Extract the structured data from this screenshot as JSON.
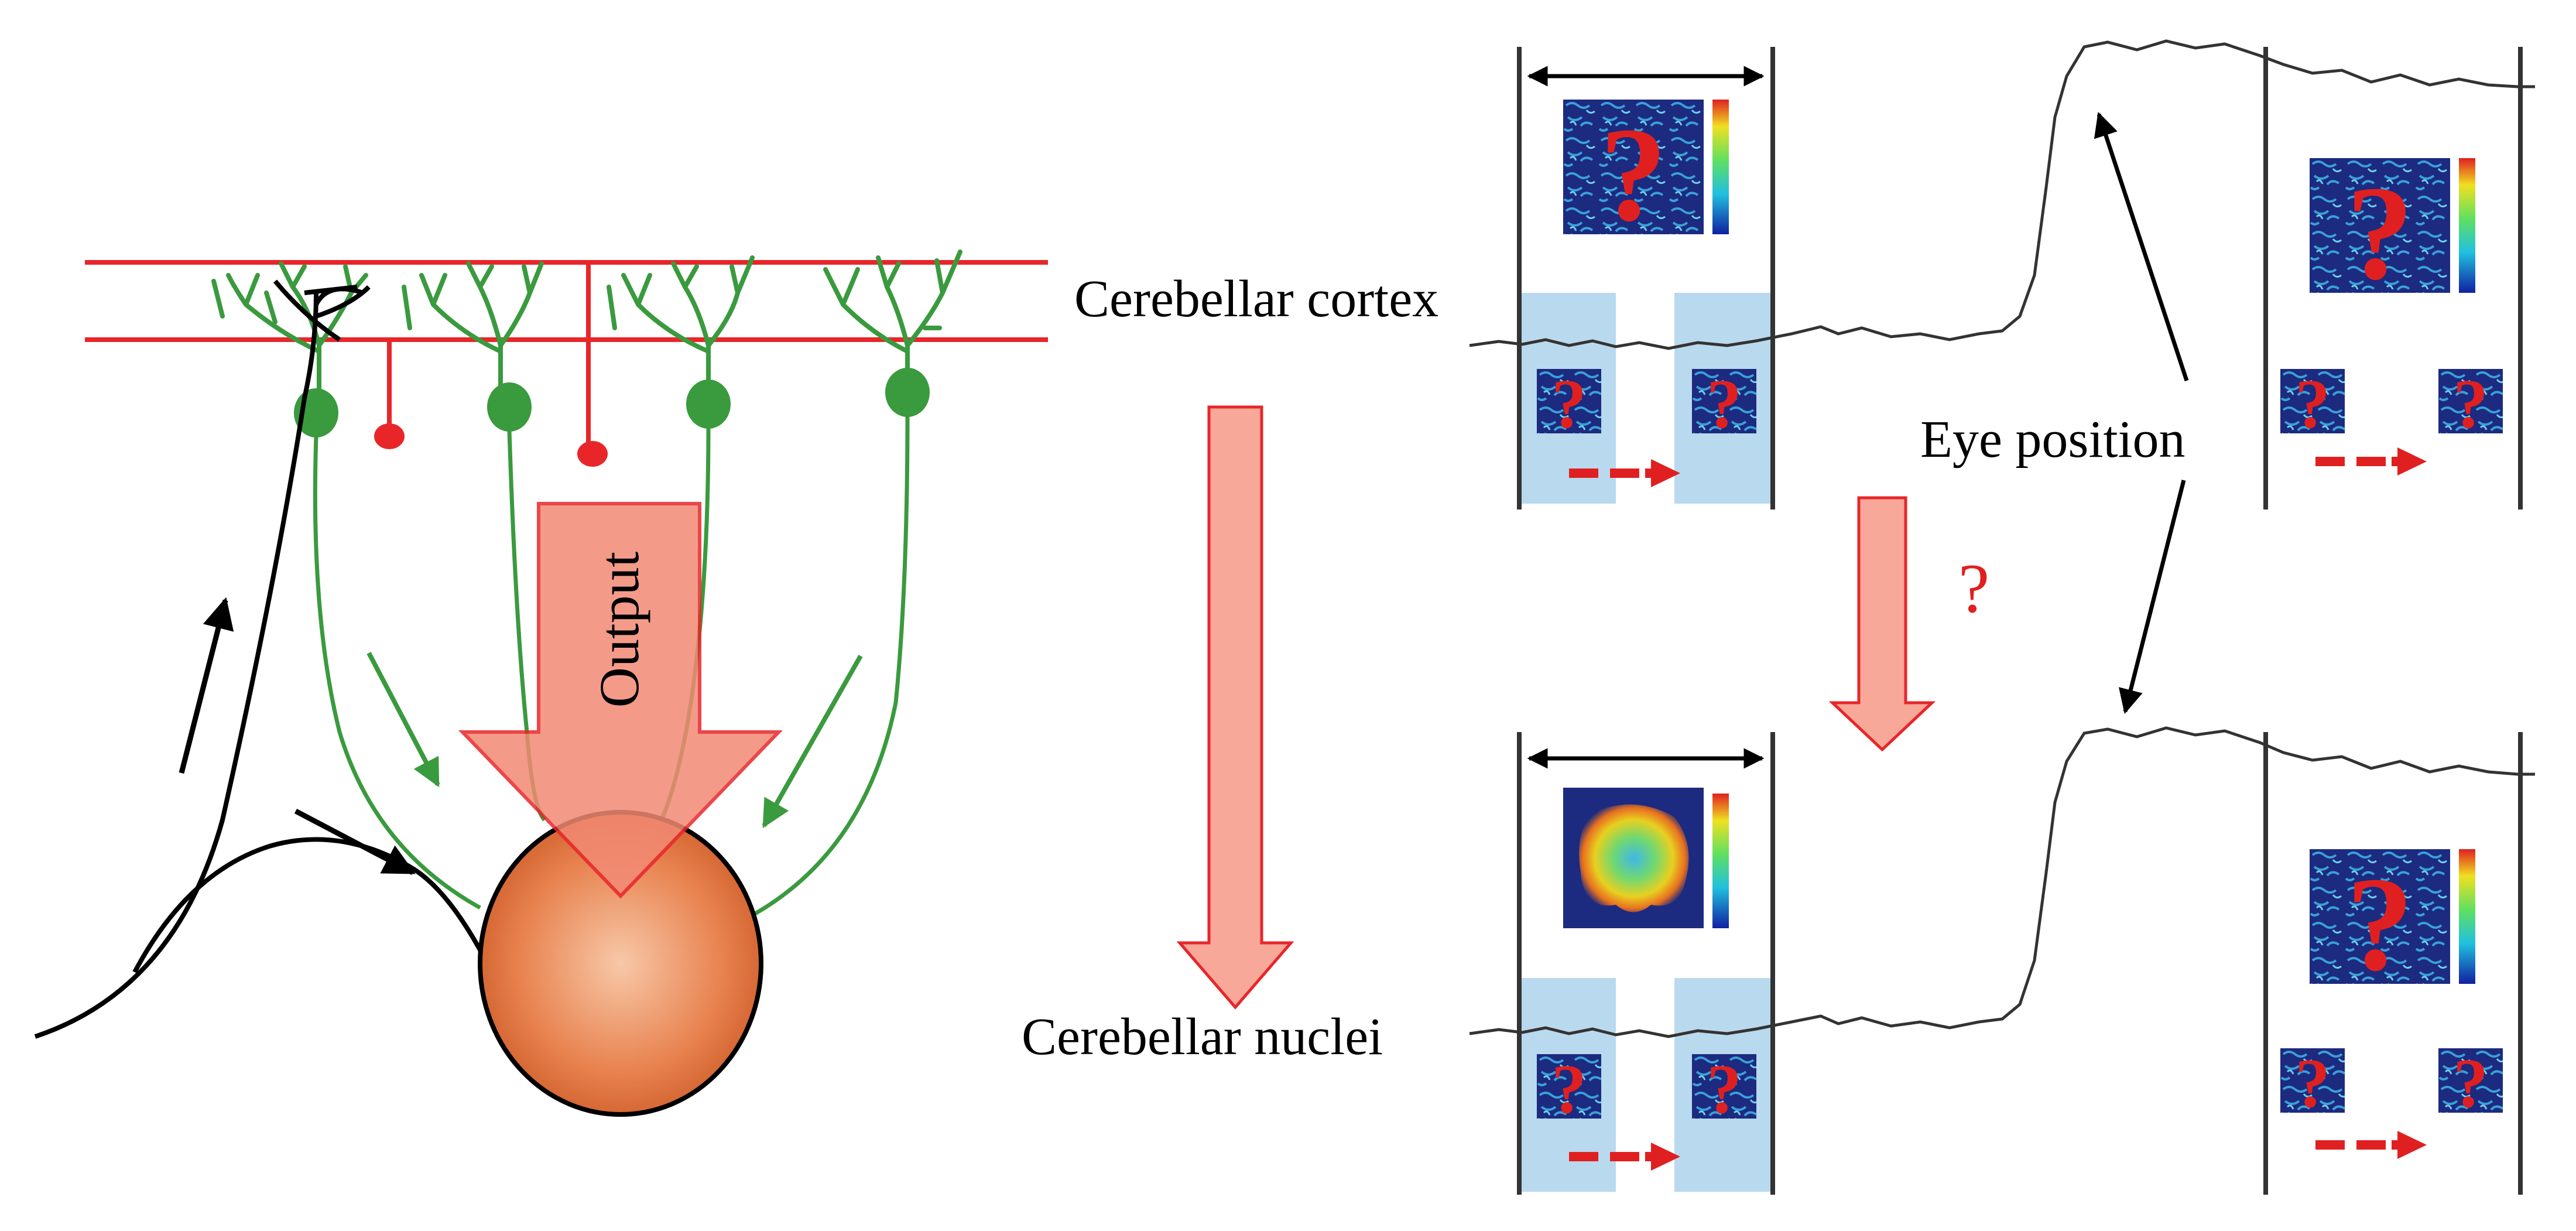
{
  "labels": {
    "output": "Output",
    "cerebellar_cortex": "Cerebellar cortex",
    "cerebellar_nuclei": "Cerebellar nuclei",
    "eye_position": "Eye position",
    "question_mark": "?"
  },
  "colors": {
    "parallel_fiber": "#e8262a",
    "purkinje": "#3a9a3e",
    "climbing_fiber": "#000000",
    "output_arrow": "#f28a74",
    "flow_arrow": "#f7a898",
    "nucleus_core": "#f2a07a",
    "nucleus_edge": "#c85520",
    "stim_band": "#b9d9ee",
    "heatmap_bg": "#1c2a80",
    "hot_spot": "#e8d020"
  },
  "icons": [
    "question-mark-icon",
    "colorbar-icon",
    "dashed-arrow-icon",
    "double-headed-arrow-icon"
  ]
}
